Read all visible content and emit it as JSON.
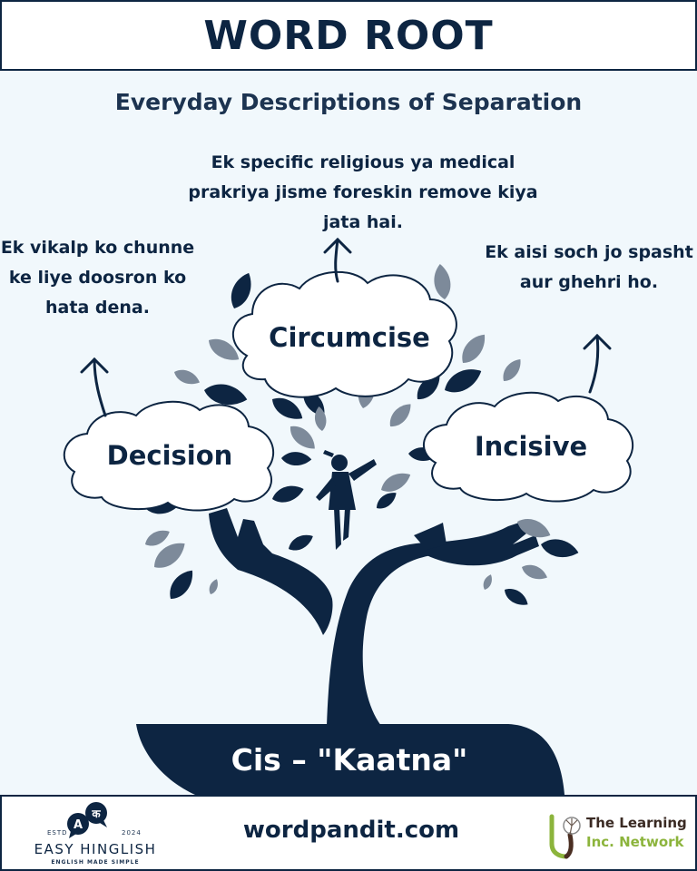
{
  "header": {
    "title": "WORD ROOT"
  },
  "subtitle": "Everyday Descriptions of Separation",
  "root": {
    "label": "Cis – \"Kaatna\""
  },
  "words": [
    {
      "word": "Circumcise",
      "meaning": "Ek specific religious ya medical prakriya jisme foreskin remove kiya jata hai."
    },
    {
      "word": "Decision",
      "meaning": "Ek vikalp ko chunne ke liye doosron ko hata dena."
    },
    {
      "word": "Incisive",
      "meaning": "Ek aisi soch jo spasht aur ghehri ho."
    }
  ],
  "footer": {
    "left_logo": {
      "estd": "ESTD",
      "year": "2024",
      "name": "EASY HINGLISH",
      "tagline": "ENGLISH MADE SIMPLE",
      "bubble_a": "A",
      "bubble_k": "क"
    },
    "website": "wordpandit.com",
    "right_logo": {
      "line1": "The Learning",
      "line2": "Inc. Network"
    }
  },
  "colors": {
    "navy": "#0d2542",
    "background": "#f1f8fc",
    "leaf_grey": "#7d8a9a",
    "green": "#8cb43c",
    "brown": "#3a2a23"
  }
}
